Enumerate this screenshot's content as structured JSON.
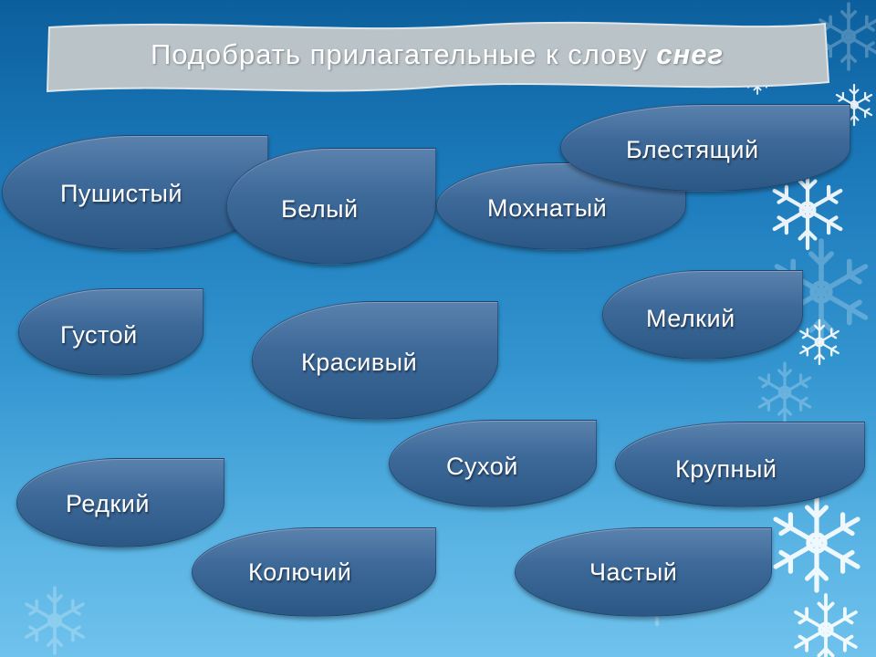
{
  "banner": {
    "title_text": "Подобрать прилагательные к слову ",
    "title_emphasis": "снег"
  },
  "words": [
    {
      "key": "pushistyy",
      "label": "Пушистый"
    },
    {
      "key": "belyy",
      "label": "Белый"
    },
    {
      "key": "mokhnatyy",
      "label": "Мохнатый"
    },
    {
      "key": "blestyashchiy",
      "label": "Блестящий"
    },
    {
      "key": "gustoy",
      "label": "Густой"
    },
    {
      "key": "krasivyy",
      "label": "Красивый"
    },
    {
      "key": "melkiy",
      "label": "Мелкий"
    },
    {
      "key": "sukhoy",
      "label": "Сухой"
    },
    {
      "key": "krupnyy",
      "label": "Крупный"
    },
    {
      "key": "redkiy",
      "label": "Редкий"
    },
    {
      "key": "kolyuchiy",
      "label": "Колючий"
    },
    {
      "key": "chastyy",
      "label": "Частый"
    }
  ],
  "colors": {
    "drop_fill": "#3e6a9a",
    "banner_fill": "#b9c3c8",
    "text": "#ffffff"
  }
}
